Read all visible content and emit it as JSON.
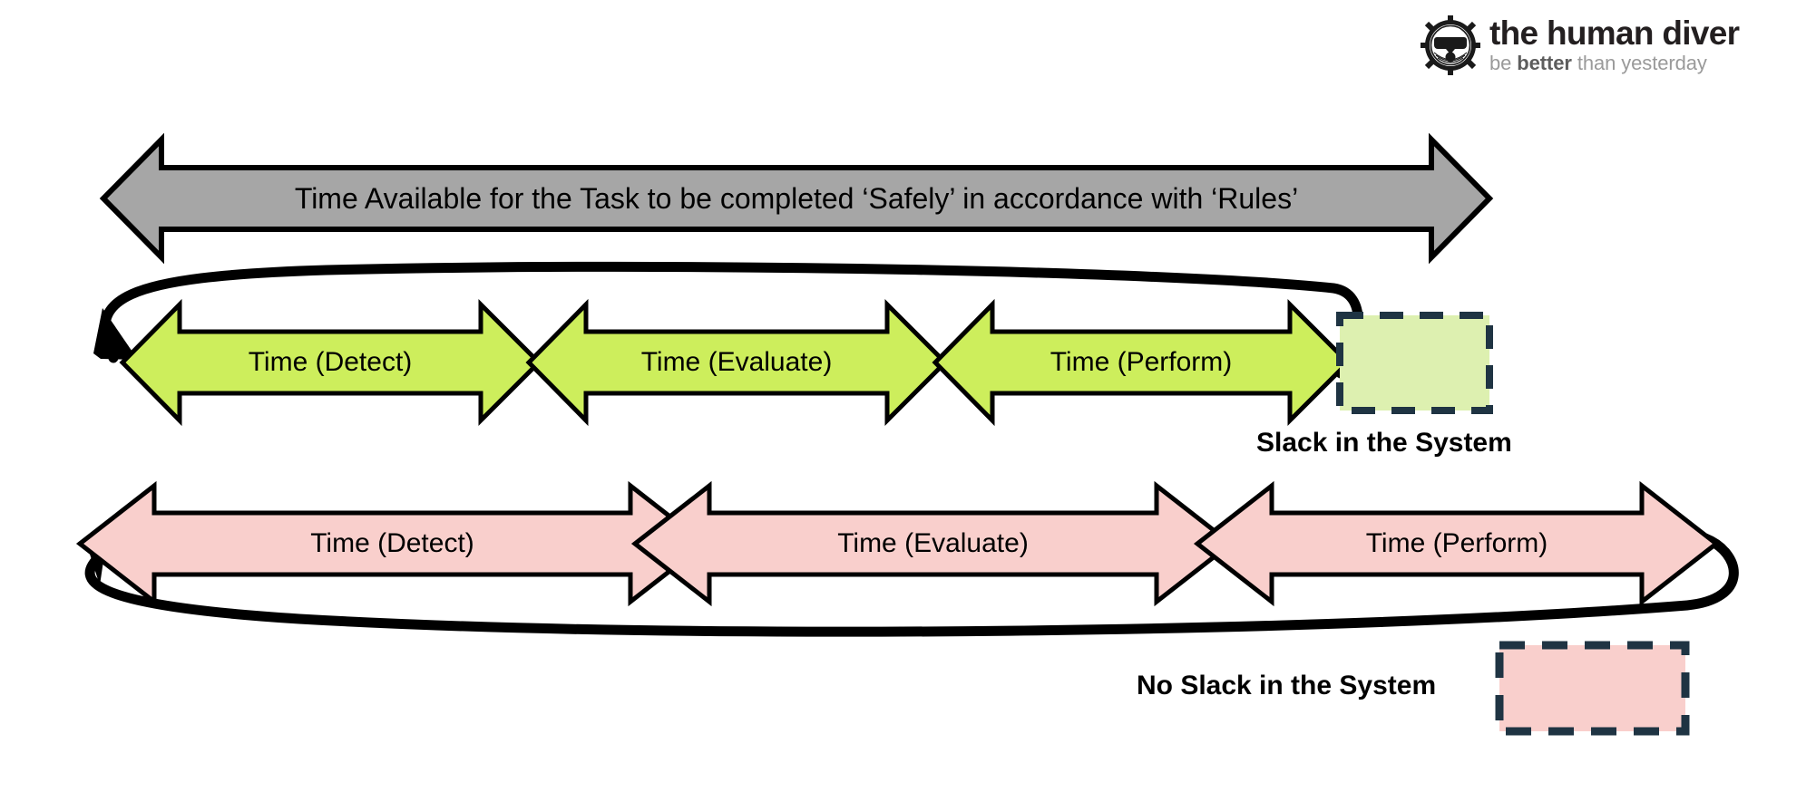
{
  "logo": {
    "brand": "the human diver",
    "tagline_pre": "be ",
    "tagline_bold": "better",
    "tagline_post": " than yesterday",
    "mark_name": "diver-helmet-gear-icon"
  },
  "diagram": {
    "title_bar": {
      "label": "Time Available for the Task to be completed ‘Safely’ in accordance with ‘Rules’",
      "fill": "#a6a6a6",
      "stroke": "#000000"
    },
    "row_slack": {
      "fill": "#cdee5c",
      "stroke": "#000000",
      "segments": [
        {
          "label": "Time (Detect)"
        },
        {
          "label": "Time (Evaluate)"
        },
        {
          "label": "Time (Perform)"
        }
      ],
      "slack_box": {
        "fill": "#ddf0b0",
        "stroke": "#1f3443"
      },
      "callout": "Slack in the System"
    },
    "row_no_slack": {
      "fill": "#f9cfcc",
      "stroke": "#000000",
      "segments": [
        {
          "label": "Time (Detect)"
        },
        {
          "label": "Time (Evaluate)"
        },
        {
          "label": "Time (Perform)"
        }
      ],
      "no_slack_box": {
        "fill": "#f9cfcc",
        "stroke": "#1f3443"
      },
      "callout": "No Slack in the System"
    },
    "loop_stroke": "#000000"
  }
}
